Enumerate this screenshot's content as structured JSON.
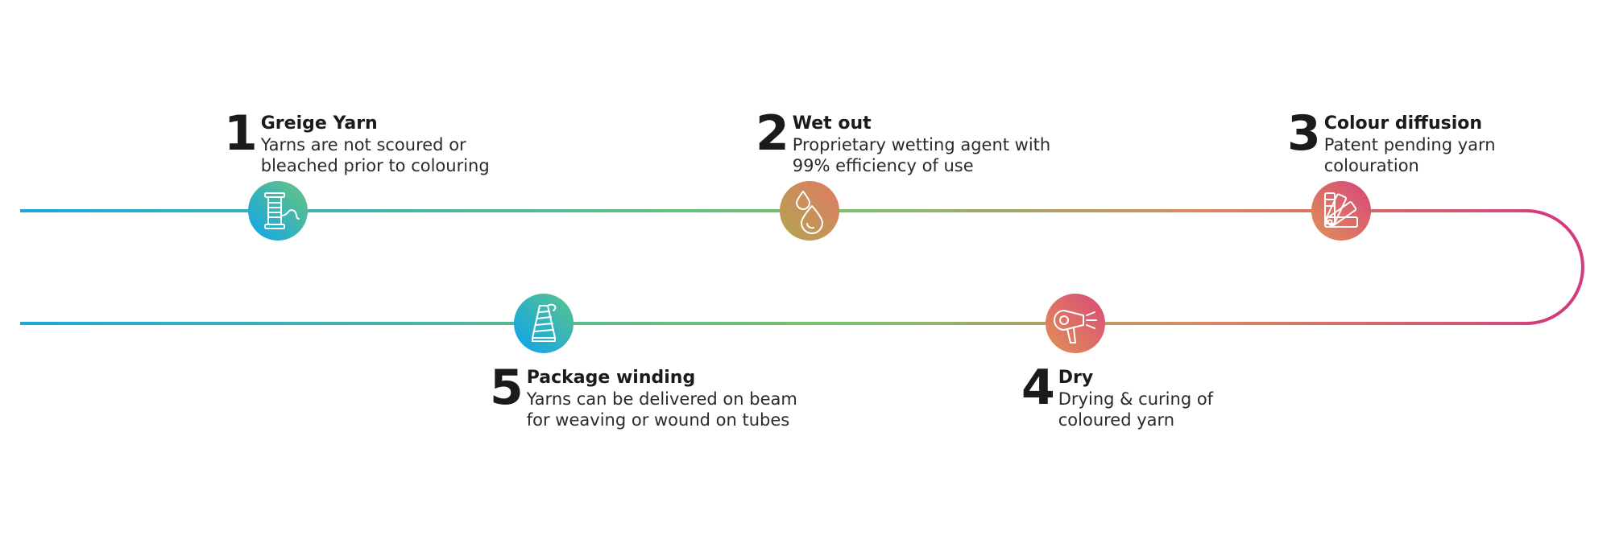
{
  "colors": {
    "blue": "#1ba9db",
    "green": "#79c36a",
    "orange": "#d9895f",
    "pink": "#d23b7e"
  },
  "steps": [
    {
      "num": "1",
      "title": "Greige Yarn",
      "desc_line1": "Yarns are not scoured or",
      "desc_line2": "bleached prior to colouring",
      "icon": "thread-spool-icon"
    },
    {
      "num": "2",
      "title": "Wet out",
      "desc_line1": "Proprietary wetting agent with",
      "desc_line2": "99% efficiency of use",
      "icon": "water-drops-icon"
    },
    {
      "num": "3",
      "title": "Colour diffusion",
      "desc_line1": "Patent pending yarn",
      "desc_line2": "colouration",
      "icon": "colour-swatch-fan-icon"
    },
    {
      "num": "4",
      "title": "Dry",
      "desc_line1": "Drying & curing of",
      "desc_line2": "coloured yarn",
      "icon": "hair-dryer-icon"
    },
    {
      "num": "5",
      "title": "Package winding",
      "desc_line1": "Yarns can be delivered on beam",
      "desc_line2": "for weaving or wound on tubes",
      "icon": "yarn-cone-icon"
    }
  ]
}
